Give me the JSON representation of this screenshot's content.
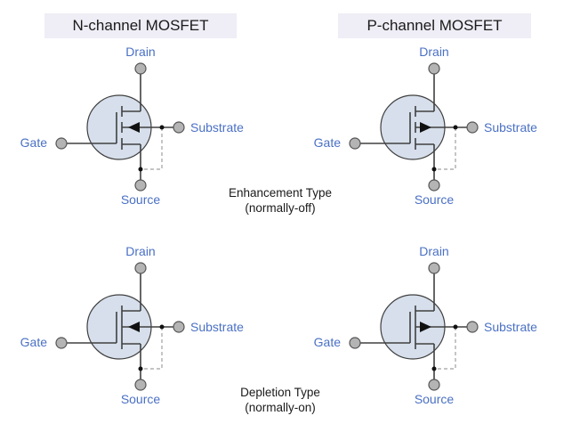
{
  "headers": {
    "n_channel": "N-channel MOSFET",
    "p_channel": "P-channel MOSFET"
  },
  "modes": {
    "enhancement": {
      "title": "Enhancement Type",
      "subtitle": "(normally-off)"
    },
    "depletion": {
      "title": "Depletion Type",
      "subtitle": "(normally-on)"
    }
  },
  "terminal_labels": {
    "drain": "Drain",
    "gate": "Gate",
    "source": "Source",
    "substrate": "Substrate"
  },
  "symbols": [
    {
      "id": "n-enhancement",
      "channel": "N",
      "mode": "enhancement",
      "arrow": "inward"
    },
    {
      "id": "p-enhancement",
      "channel": "P",
      "mode": "enhancement",
      "arrow": "outward"
    },
    {
      "id": "n-depletion",
      "channel": "N",
      "mode": "depletion",
      "arrow": "inward"
    },
    {
      "id": "p-depletion",
      "channel": "P",
      "mode": "depletion",
      "arrow": "outward"
    }
  ],
  "colors": {
    "label_blue": "#4a70c4",
    "body_fill": "#d6dfeb",
    "wire": "#404040",
    "terminal_fill": "#b4b4b4",
    "header_bg": "#efedf5",
    "dashed": "#a0a0a0"
  }
}
